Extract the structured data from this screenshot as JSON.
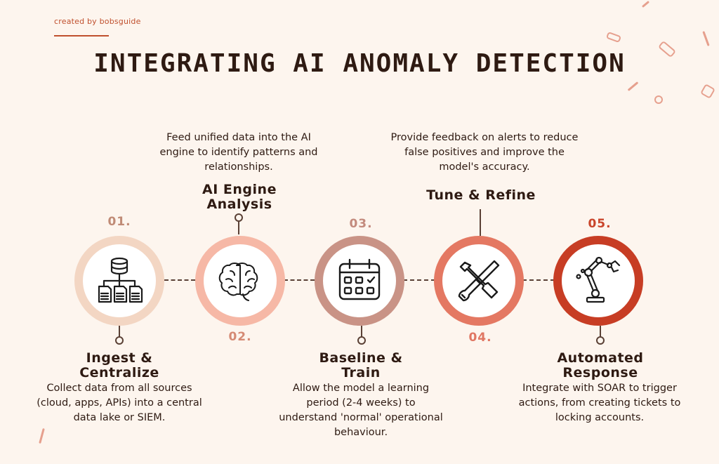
{
  "credit": "created by bobsguide",
  "title": "INTEGRATING AI ANOMALY DETECTION",
  "steps": [
    {
      "number": "01.",
      "title": "Ingest & Centralize",
      "description": "Collect data from all sources (cloud, apps, APIs) into a central data lake or SIEM.",
      "icon": "database-network-icon",
      "ring_color": "#f3d6c3",
      "number_color": "#c08b76"
    },
    {
      "number": "02.",
      "title": "AI Engine Analysis",
      "description": "Feed unified data into the AI engine to identify patterns and relationships.",
      "icon": "brain-icon",
      "ring_color": "#f6b8a6",
      "number_color": "#d58a74"
    },
    {
      "number": "03.",
      "title": "Baseline & Train",
      "description": "Allow the model a learning period (2-4 weeks) to understand 'normal' operational behaviour.",
      "icon": "calendar-icon",
      "ring_color": "#c99386",
      "number_color": "#c38a7d"
    },
    {
      "number": "04.",
      "title": "Tune & Refine",
      "description": "Provide feedback on alerts to reduce false positives and improve the model's accuracy.",
      "icon": "tools-icon",
      "ring_color": "#e47862",
      "number_color": "#e07662"
    },
    {
      "number": "05.",
      "title": "Automated Response",
      "description": "Integrate with SOAR to trigger actions, from creating tickets to locking accounts.",
      "icon": "robot-arm-icon",
      "ring_color": "#c73d24",
      "number_color": "#c9452b"
    }
  ]
}
